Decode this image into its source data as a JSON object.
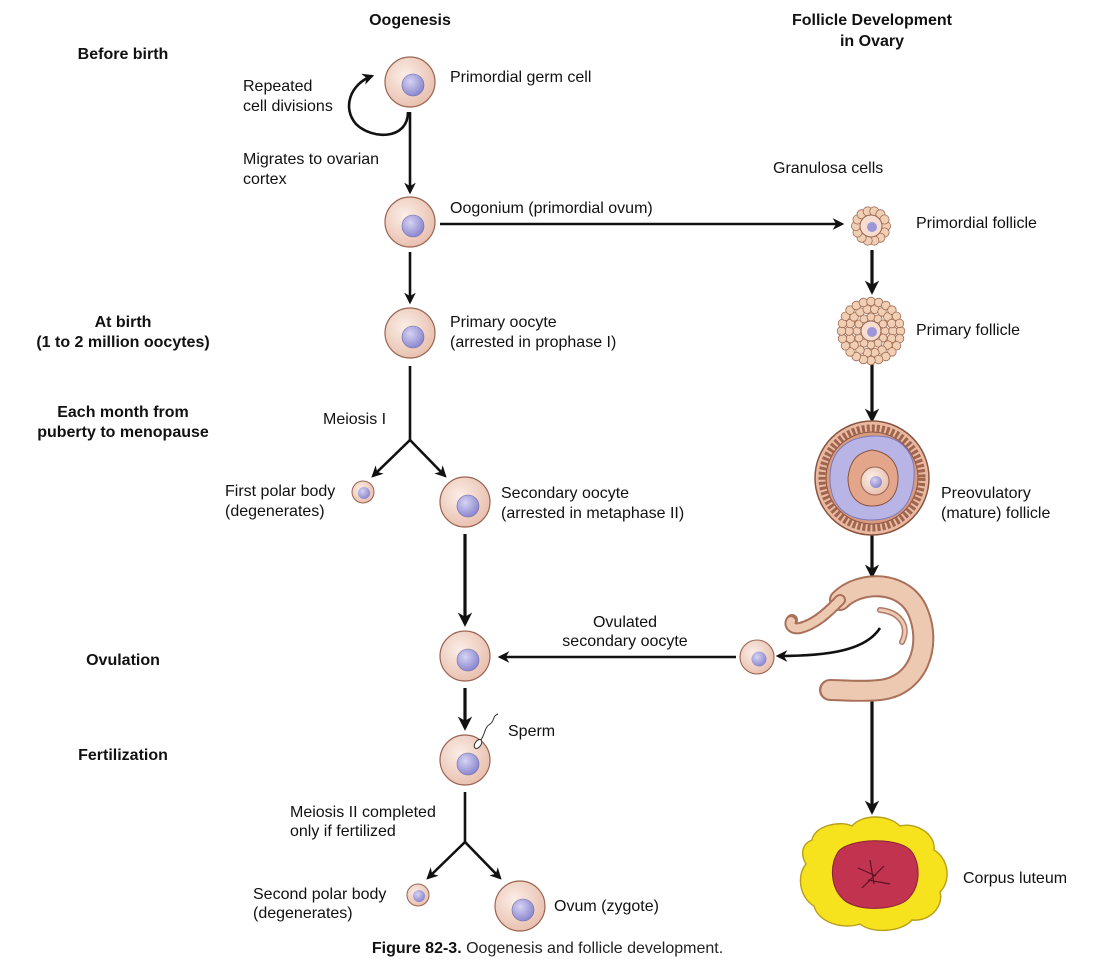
{
  "headers": {
    "oogenesis": "Oogenesis",
    "follicle_line1": "Follicle Development",
    "follicle_line2": "in Ovary"
  },
  "stages": {
    "before_birth": "Before birth",
    "at_birth_line1": "At birth",
    "at_birth_line2": "(1 to 2 million oocytes)",
    "monthly_line1": "Each month from",
    "monthly_line2": "puberty to menopause",
    "ovulation": "Ovulation",
    "fertilization": "Fertilization"
  },
  "oogenesis_labels": {
    "repeated_line1": "Repeated",
    "repeated_line2": "cell divisions",
    "primordial_germ_cell": "Primordial germ cell",
    "migrates_line1": "Migrates to ovarian",
    "migrates_line2": "cortex",
    "oogonium": "Oogonium (primordial ovum)",
    "primary_oocyte_line1": "Primary oocyte",
    "primary_oocyte_line2": "(arrested in prophase I)",
    "meiosis_1": "Meiosis I",
    "first_polar_line1": "First polar body",
    "first_polar_line2": "(degenerates)",
    "secondary_oocyte_line1": "Secondary oocyte",
    "secondary_oocyte_line2": "(arrested in metaphase II)",
    "ovulated_line1": "Ovulated",
    "ovulated_line2": "secondary oocyte",
    "sperm": "Sperm",
    "meiosis2_line1": "Meiosis II completed",
    "meiosis2_line2": "only if fertilized",
    "second_polar_line1": "Second polar body",
    "second_polar_line2": "(degenerates)",
    "ovum": "Ovum (zygote)"
  },
  "follicle_labels": {
    "granulosa": "Granulosa cells",
    "primordial_follicle": "Primordial follicle",
    "primary_follicle": "Primary follicle",
    "preovulatory_line1": "Preovulatory",
    "preovulatory_line2": "(mature) follicle",
    "corpus_luteum": "Corpus luteum"
  },
  "caption": {
    "label": "Figure 82-3.",
    "text": " Oogenesis and follicle development."
  },
  "colors": {
    "cell_fill": "#f2d3c6",
    "cell_stroke": "#9a6450",
    "nucleus": "#9c98d8",
    "granulosa": "#f0cfb5",
    "antrum": "#b8b5e6",
    "luteum_yellow": "#f7e21e",
    "luteum_red": "#c2334f",
    "arrow": "#111111"
  }
}
